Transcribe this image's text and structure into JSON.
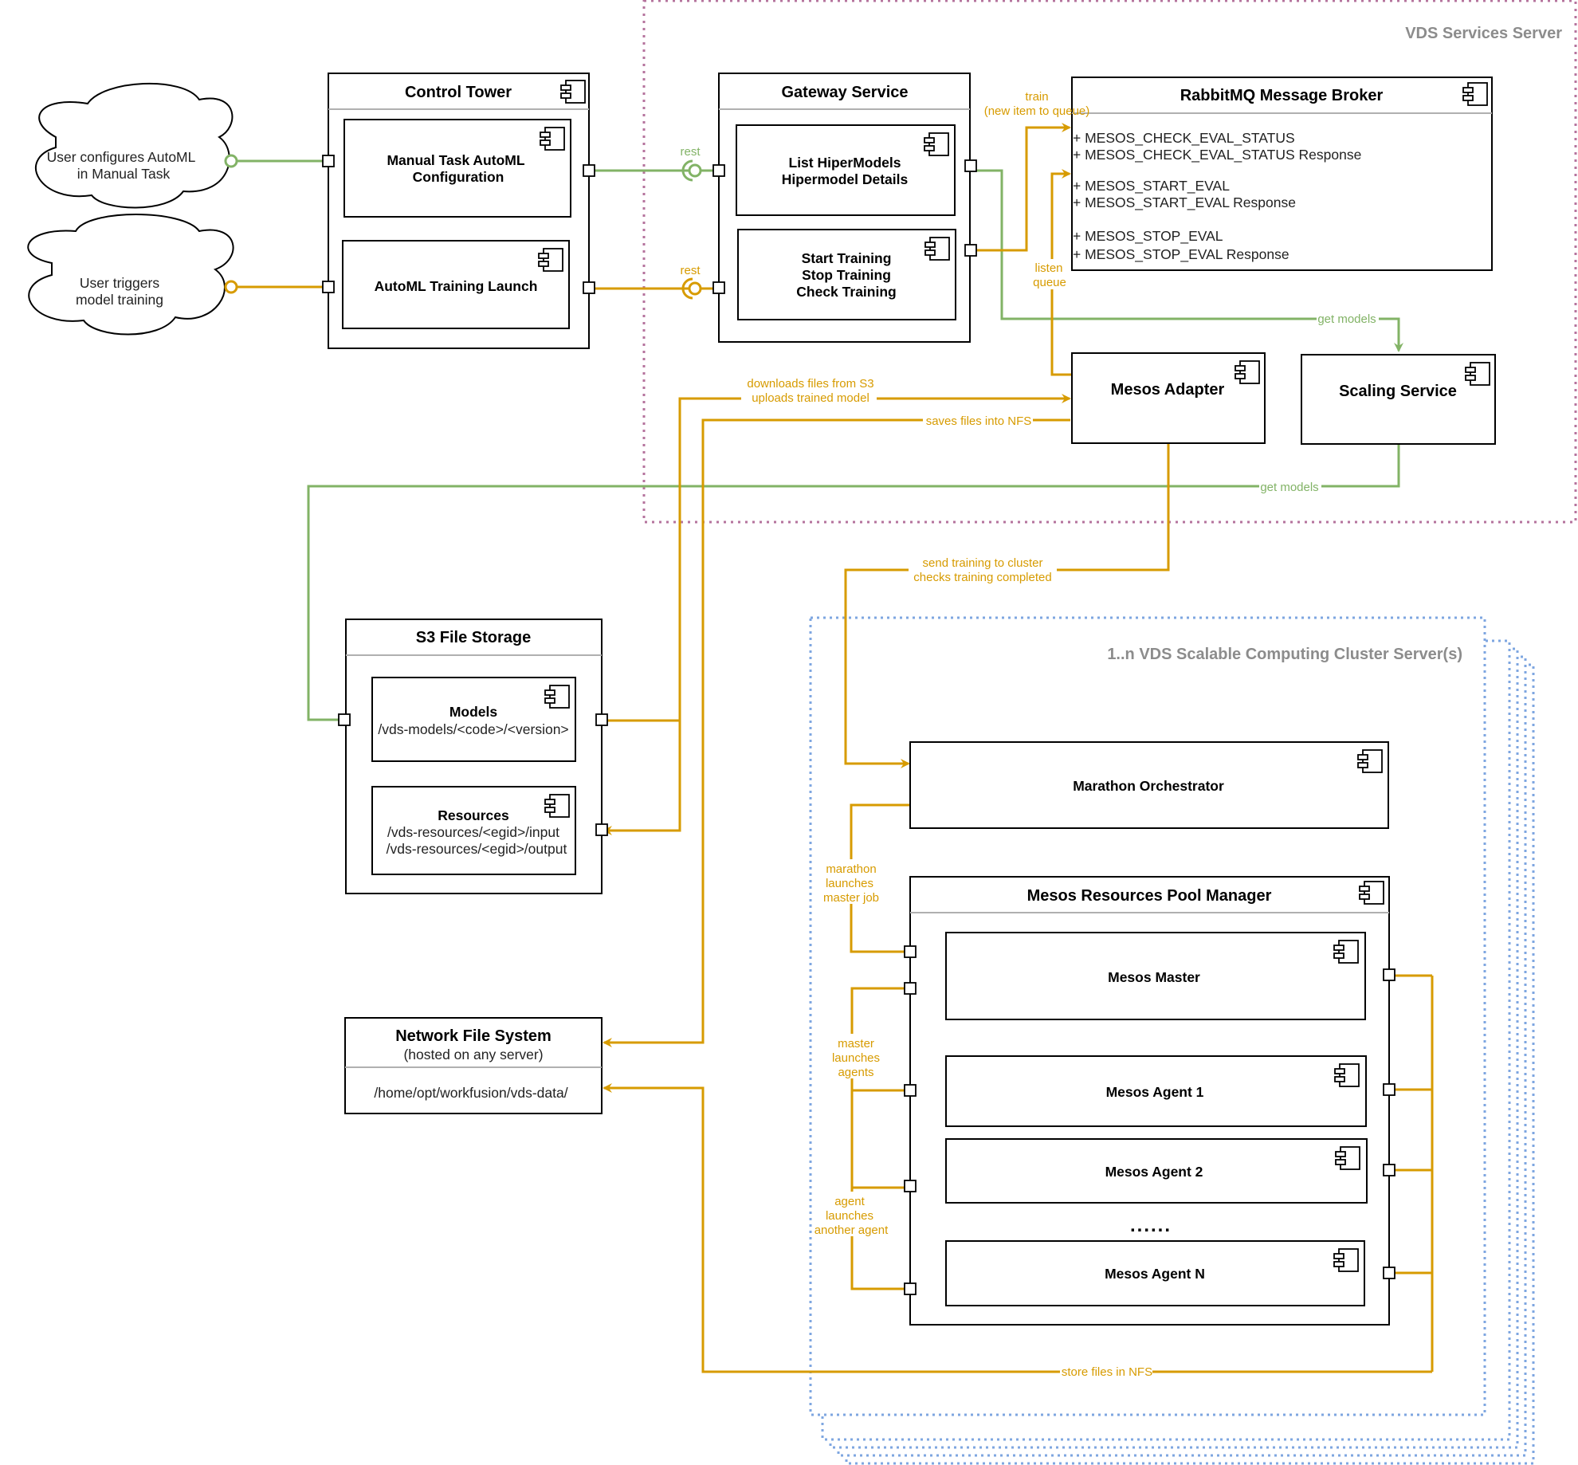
{
  "colors": {
    "green": "#82b366",
    "orange": "#d79b00",
    "services_region_border": "#b5739d",
    "cluster_region_border": "#7ea6e0",
    "region_label": "#8c8c8c"
  },
  "regions": {
    "services_server": "VDS Services Server",
    "cluster_server": "1..n VDS Scalable Computing Cluster Server(s)"
  },
  "actors": {
    "configure": [
      "User configures AutoML",
      "in Manual Task"
    ],
    "trigger": [
      "User triggers",
      "model training"
    ]
  },
  "components": {
    "control_tower": {
      "title": "Control Tower",
      "manual_task": [
        "Manual Task AutoML",
        "Configuration"
      ],
      "training_launch": "AutoML Training Launch"
    },
    "gateway": {
      "title": "Gateway Service",
      "models": [
        "List HiperModels",
        "Hipermodel Details"
      ],
      "training": [
        "Start Training",
        "Stop Training",
        "Check Training"
      ]
    },
    "rabbitmq": {
      "title": "RabbitMQ Message Broker",
      "messages": [
        "+ MESOS_CHECK_EVAL_STATUS",
        "+ MESOS_CHECK_EVAL_STATUS Response",
        "+ MESOS_START_EVAL",
        "+ MESOS_START_EVAL Response",
        "+ MESOS_STOP_EVAL",
        "+ MESOS_STOP_EVAL Response"
      ]
    },
    "mesos_adapter": "Mesos Adapter",
    "scaling_service": "Scaling Service",
    "s3": {
      "title": "S3 File Storage",
      "models_title": "Models",
      "models_path": "/vds-models/<code>/<version>",
      "resources_title": "Resources",
      "resources_input": "/vds-resources/<egid>/input",
      "resources_output": "/vds-resources/<egid>/output"
    },
    "nfs": {
      "title": "Network File System",
      "subtitle": "(hosted on any server)",
      "path": "/home/opt/workfusion/vds-data/"
    },
    "marathon": "Marathon Orchestrator",
    "pool_manager": {
      "title": "Mesos Resources Pool Manager",
      "master": "Mesos Master",
      "agent1": "Mesos Agent 1",
      "agent2": "Mesos Agent 2",
      "ellipsis": "......",
      "agentN": "Mesos Agent N"
    }
  },
  "labels": {
    "rest_1": "rest",
    "rest_2": "rest",
    "train": [
      "train",
      "(new item to queue)"
    ],
    "listen_queue": [
      "listen",
      "queue"
    ],
    "get_models_1": "get models",
    "get_models_2": "get models",
    "downloads": [
      "downloads files from S3",
      "uploads trained model"
    ],
    "saves_nfs": "saves files into NFS",
    "send_training": [
      "send training to cluster",
      "checks training completed"
    ],
    "marathon_launches": [
      "marathon",
      "launches",
      "master job"
    ],
    "master_launches": [
      "master",
      "launches",
      "agents"
    ],
    "agent_launches": [
      "agent",
      "launches",
      "another agent"
    ],
    "store_nfs": "store files in NFS"
  }
}
